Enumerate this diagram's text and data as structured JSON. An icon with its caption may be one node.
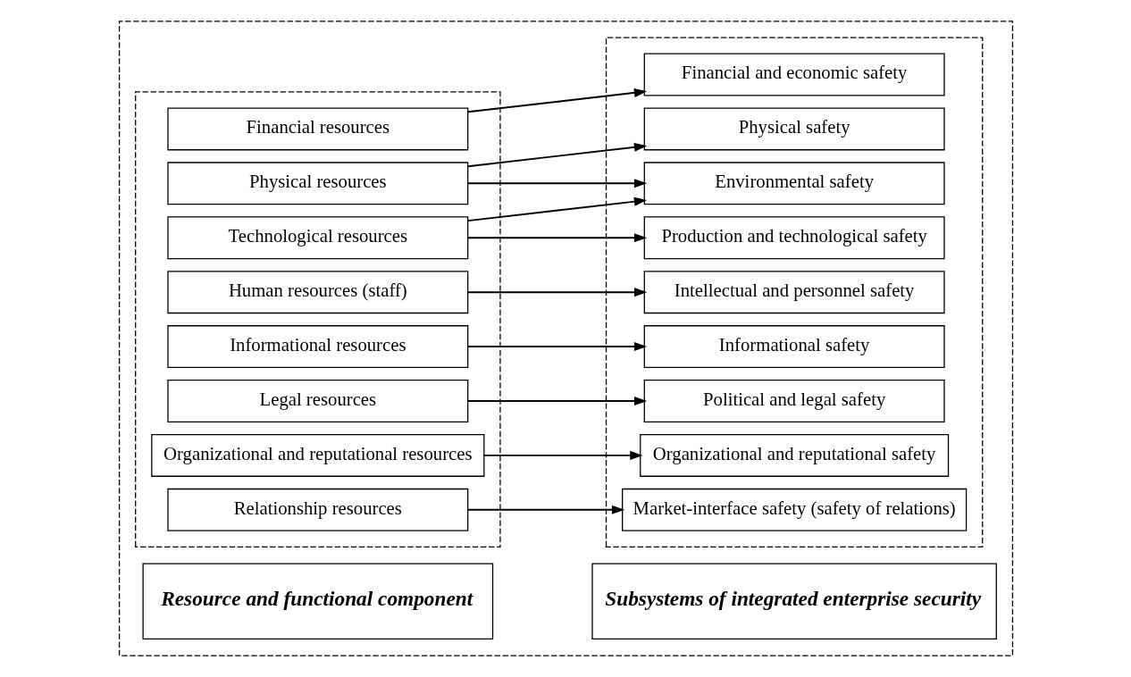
{
  "diagram": {
    "nodes": [
      {
        "text": [],
        "shape": "box"
      },
      {
        "text": [
          "Resource and functional component"
        ],
        "in": 0
      },
      {
        "text": [
          "Subsystems of integrated enterprise security"
        ],
        "in": 0
      },
      {
        "text": [],
        "shape": "box",
        "in": 0
      },
      {
        "text": [
          "Financial resources"
        ],
        "in": 3
      },
      {
        "text": [
          "Physical resources"
        ],
        "in": 3
      },
      {
        "text": [
          "Technological resources"
        ],
        "in": 3
      },
      {
        "text": [
          "Human resources (staff)"
        ],
        "in": 3
      },
      {
        "text": [
          "Informational resources"
        ],
        "in": 3
      },
      {
        "text": [
          "Legal resources"
        ],
        "in": 3
      },
      {
        "text": [
          "Organizational and reputational resources"
        ],
        "in": 3
      },
      {
        "text": [
          "Relationship resources"
        ],
        "in": 3
      },
      {
        "text": [],
        "shape": "box",
        "in": 0
      },
      {
        "text": [
          "Financial and economic safety"
        ],
        "in": 12
      },
      {
        "text": [
          "Physical safety"
        ],
        "in": 12
      },
      {
        "text": [
          "Environmental safety"
        ],
        "in": 12
      },
      {
        "text": [
          "Production and technological safety"
        ],
        "in": 12
      },
      {
        "text": [
          "Intellectual and personnel safety"
        ],
        "in": 12
      },
      {
        "text": [
          "Informational safety"
        ],
        "in": 12
      },
      {
        "text": [
          "Political and legal safety"
        ],
        "in": 12
      },
      {
        "text": [
          "Organizational and reputational safety"
        ],
        "in": 12
      },
      {
        "text": [
          "Market-interface safety (safety of relations)"
        ],
        "in": 12
      }
    ],
    "edges": [
      {
        "from": 4,
        "to": 13,
        "arrow": "to"
      },
      {
        "from": 5,
        "to": 14,
        "arrow": "to"
      },
      {
        "from": 5,
        "to": 15,
        "arrow": "to"
      },
      {
        "from": 6,
        "to": 15,
        "arrow": "to"
      },
      {
        "from": 6,
        "to": 16,
        "arrow": "to"
      },
      {
        "from": 7,
        "to": 17,
        "arrow": "to"
      },
      {
        "from": 8,
        "to": 18,
        "arrow": "to"
      },
      {
        "from": 9,
        "to": 19,
        "arrow": "to"
      },
      {
        "from": 10,
        "to": 20,
        "arrow": "to"
      },
      {
        "from": 11,
        "to": 21,
        "arrow": "to"
      }
    ]
  }
}
